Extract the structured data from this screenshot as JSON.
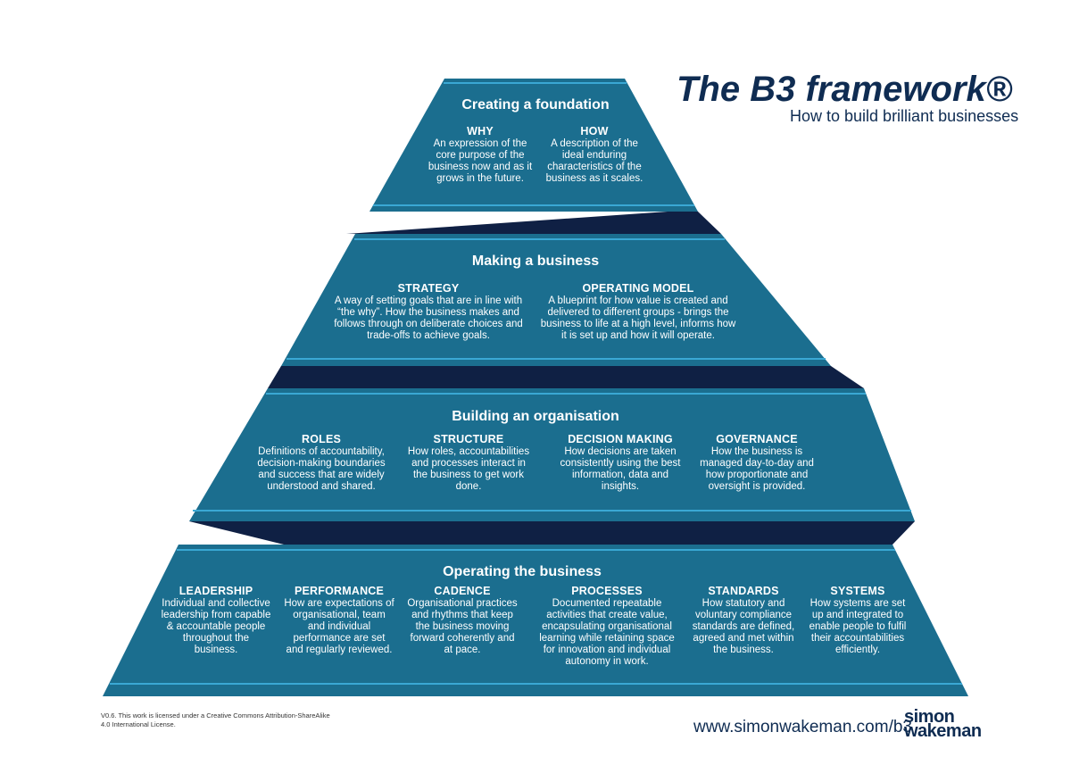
{
  "header": {
    "title": "The B3 framework®",
    "subtitle": "How to build brilliant businesses"
  },
  "tiers": [
    {
      "title": "Creating a foundation",
      "items": [
        {
          "heading": "WHY",
          "text": "An expression of the core purpose of the business now and as it grows in the future."
        },
        {
          "heading": "HOW",
          "text": "A description of the ideal enduring characteristics of the business as it scales."
        }
      ]
    },
    {
      "title": "Making a business",
      "items": [
        {
          "heading": "STRATEGY",
          "text": "A way of setting goals that are in line with “the why”. How the business makes and follows through on deliberate choices and trade-offs to achieve goals."
        },
        {
          "heading": "OPERATING MODEL",
          "text": "A blueprint for how value is created and delivered to different groups - brings the business to life at a high level, informs how it is set up and how it will operate."
        }
      ]
    },
    {
      "title": "Building an organisation",
      "items": [
        {
          "heading": "ROLES",
          "text": "Definitions of accountability, decision-making boundaries and success that are widely understood and shared."
        },
        {
          "heading": "STRUCTURE",
          "text": "How roles, accountabilities and processes interact in the business to get work done."
        },
        {
          "heading": "DECISION MAKING",
          "text": "How decisions are taken consistently using the best information, data and insights."
        },
        {
          "heading": "GOVERNANCE",
          "text": "How the business is managed day-to-day and how proportionate and oversight is provided."
        }
      ]
    },
    {
      "title": "Operating the business",
      "items": [
        {
          "heading": "LEADERSHIP",
          "text": "Individual and collective leadership from capable & accountable people throughout the business."
        },
        {
          "heading": "PERFORMANCE",
          "text": "How are expectations of organisational, team and individual performance are set and regularly reviewed."
        },
        {
          "heading": "CADENCE",
          "text": "Organisational practices and rhythms that keep the business moving forward coherently and at pace."
        },
        {
          "heading": "PROCESSES",
          "text": "Documented repeatable activities that create value, encapsulating organisational learning while retaining space for innovation and individual autonomy in work."
        },
        {
          "heading": "STANDARDS",
          "text": "How statutory and voluntary compliance standards are defined, agreed and met within the business."
        },
        {
          "heading": "SYSTEMS",
          "text": "How systems are set up and integrated to enable people to fulfil their accountabilities efficiently."
        }
      ]
    }
  ],
  "footer": {
    "license": "V0.6. This work is licensed under a Creative Commons Attribution-ShareAlike 4.0 International License.",
    "url": "www.simonwakeman.com/b3",
    "logo_line1": "simon",
    "logo_line2": "wakeman"
  },
  "colors": {
    "tier_fill": "#1b6e8f",
    "tier_fill_dark": "#155f7c",
    "stripe": "#3aa8d4",
    "shadow": "#0f2044",
    "brand_text": "#0f2c52"
  }
}
